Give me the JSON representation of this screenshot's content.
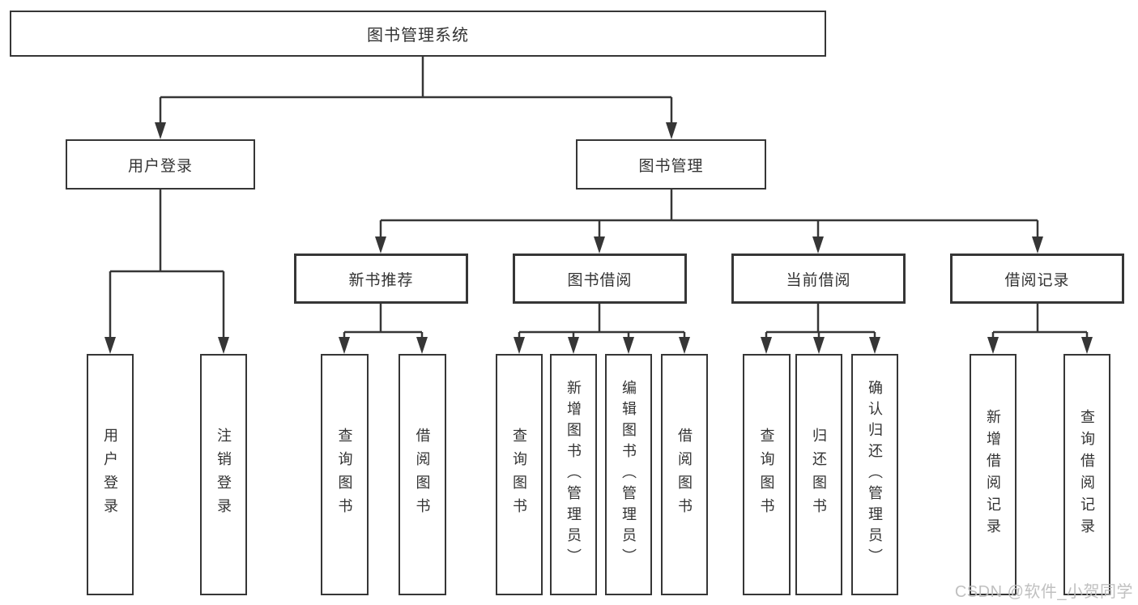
{
  "tree": {
    "root": {
      "label": "图书管理系统"
    },
    "branches": [
      {
        "label": "用户登录",
        "children": [
          {
            "label": "用户登录"
          },
          {
            "label": "注销登录"
          }
        ]
      },
      {
        "label": "图书管理",
        "children": [
          {
            "label": "新书推荐",
            "children": [
              {
                "label": "查询图书"
              },
              {
                "label": "借阅图书"
              }
            ]
          },
          {
            "label": "图书借阅",
            "children": [
              {
                "label": "查询图书"
              },
              {
                "label": "新增图书（管理员）"
              },
              {
                "label": "编辑图书（管理员）"
              },
              {
                "label": "借阅图书"
              }
            ]
          },
          {
            "label": "当前借阅",
            "children": [
              {
                "label": "查询图书"
              },
              {
                "label": "归还图书"
              },
              {
                "label": "确认归还（管理员）"
              }
            ]
          },
          {
            "label": "借阅记录",
            "children": [
              {
                "label": "新增借阅记录"
              },
              {
                "label": "查询借阅记录"
              }
            ]
          }
        ]
      }
    ]
  },
  "watermark": {
    "text": "CSDN @软件_小贺同学"
  },
  "colors": {
    "line": "#363636",
    "text": "#333333",
    "background": "#ffffff",
    "watermark": "#bdbdbd"
  }
}
